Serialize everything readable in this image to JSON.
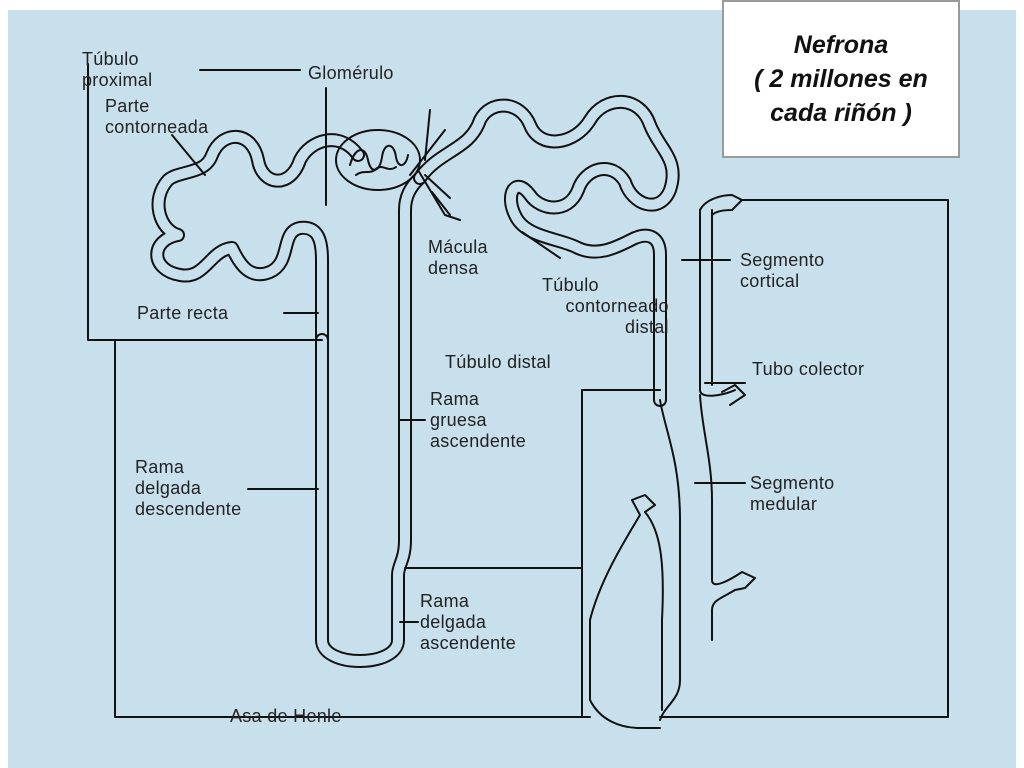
{
  "title": {
    "line1": "Nefrona",
    "line2": "( 2 millones en",
    "line3": "cada riñón )"
  },
  "labels": {
    "tubulo_proximal": [
      "Túbulo",
      "proximal"
    ],
    "glomerulo": "Glomérulo",
    "parte_contorneada": [
      "Parte",
      "contorneada"
    ],
    "macula_densa": [
      "Mácula",
      "densa"
    ],
    "tubulo_contorneado_distal": [
      "Túbulo",
      "contorneado",
      "distal"
    ],
    "segmento_cortical": [
      "Segmento",
      "cortical"
    ],
    "parte_recta": "Parte recta",
    "tubulo_distal": "Túbulo distal",
    "tubo_colector": "Tubo colector",
    "rama_gruesa_ascendente": [
      "Rama",
      "gruesa",
      "ascendente"
    ],
    "rama_delgada_descendente": [
      "Rama",
      "delgada",
      "descendente"
    ],
    "segmento_medular": [
      "Segmento",
      "medular"
    ],
    "rama_delgada_ascendente": [
      "Rama",
      "delgada",
      "ascendente"
    ],
    "asa_de_henle": "Asa de Henle"
  },
  "colors": {
    "background": "#c8e0ec",
    "line": "#111111"
  }
}
